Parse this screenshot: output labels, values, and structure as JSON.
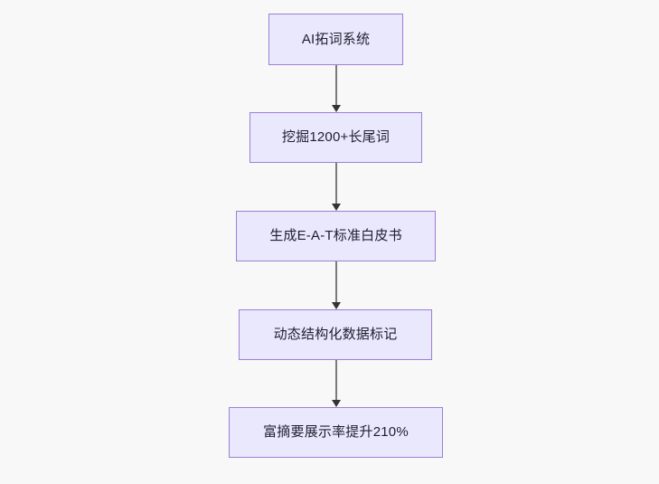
{
  "diagram": {
    "type": "flowchart",
    "orientation": "top-to-bottom",
    "background_color": "#f8f8f8",
    "node_fill_color": "#eae8fd",
    "node_border_color": "#9d7fd4",
    "node_text_color": "#1f1f2e",
    "connector_color": "#7a7a7a",
    "arrowhead_color": "#333333",
    "nodes": [
      {
        "id": "node-1",
        "label": "AI拓词系统"
      },
      {
        "id": "node-2",
        "label": "挖掘1200+长尾词"
      },
      {
        "id": "node-3",
        "label": "生成E-A-T标准白皮书"
      },
      {
        "id": "node-4",
        "label": "动态结构化数据标记"
      },
      {
        "id": "node-5",
        "label": "富摘要展示率提升210%"
      }
    ],
    "edges": [
      {
        "id": "edge-1-2",
        "from": "node-1",
        "to": "node-2",
        "label": ""
      },
      {
        "id": "edge-2-3",
        "from": "node-2",
        "to": "node-3",
        "label": ""
      },
      {
        "id": "edge-3-4",
        "from": "node-3",
        "to": "node-4",
        "label": ""
      },
      {
        "id": "edge-4-5",
        "from": "node-4",
        "to": "node-5",
        "label": ""
      }
    ]
  }
}
